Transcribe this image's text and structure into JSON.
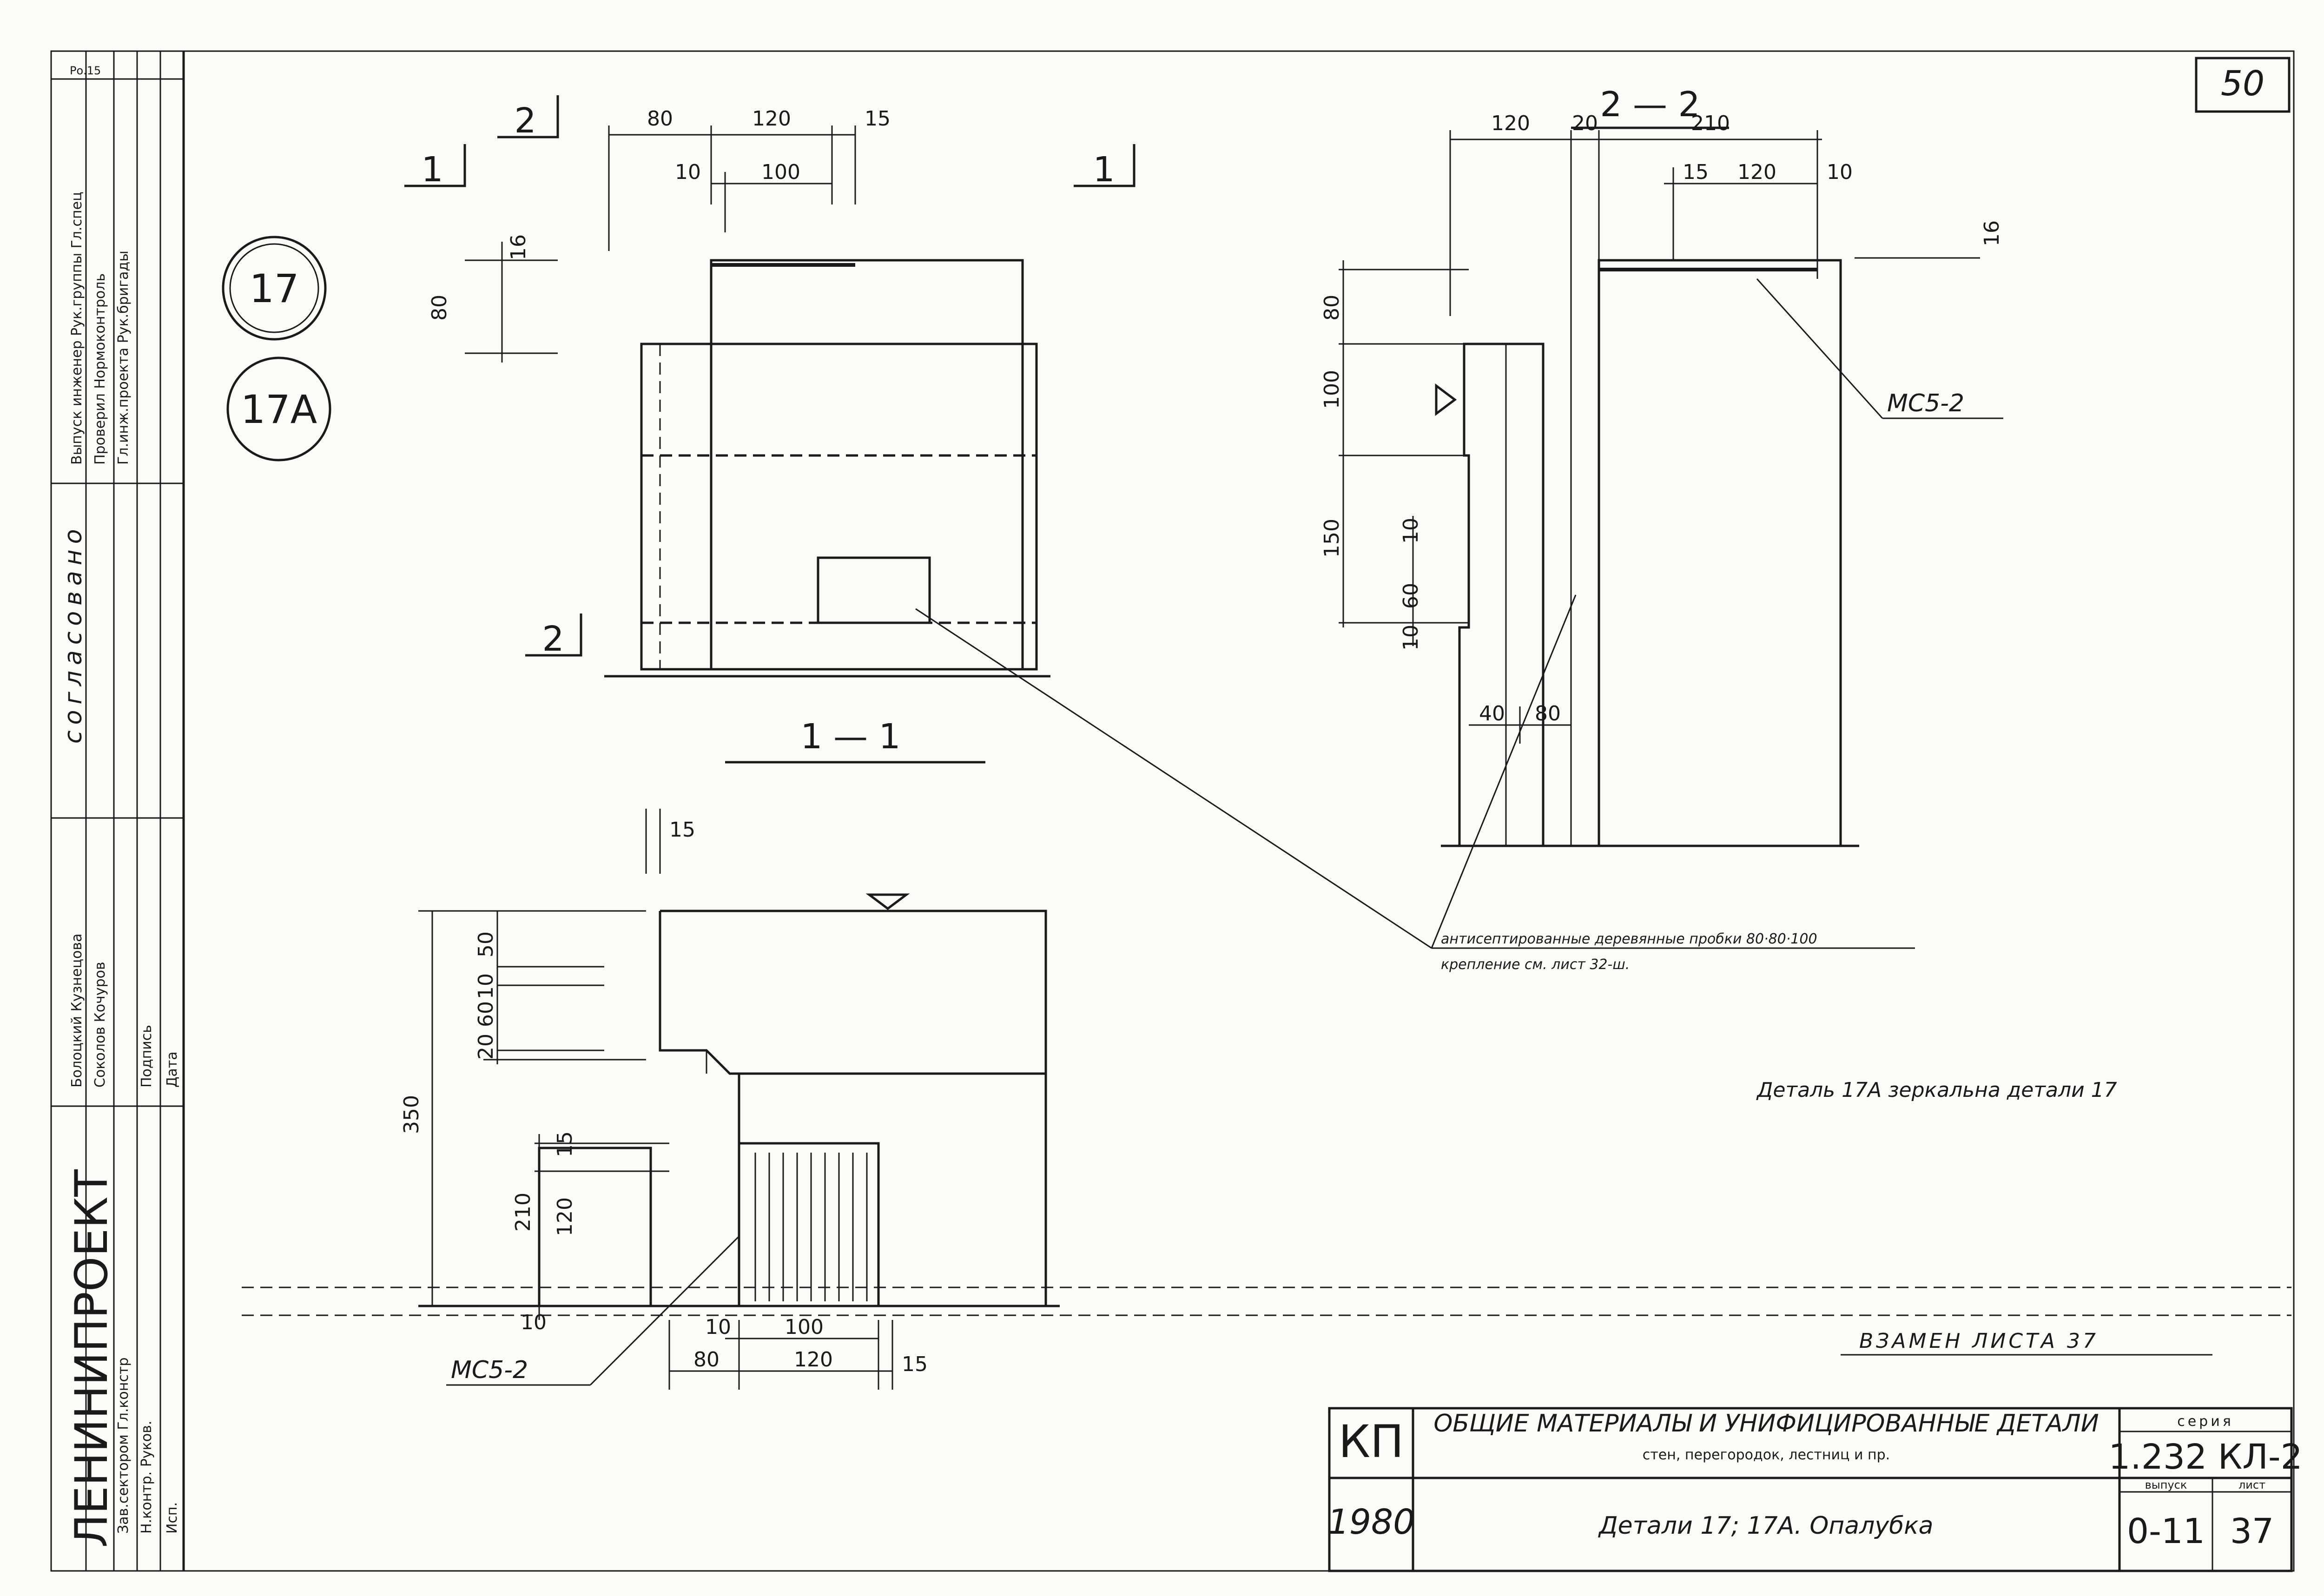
{
  "sheet_number": "50",
  "sheet_header": {
    "top_left_code": "Ро.15"
  },
  "detail_bubbles": [
    "17",
    "17А"
  ],
  "sections": {
    "mark_1": "1",
    "mark_2": "2",
    "section_1_1": "1 — 1",
    "section_2_2": "2 — 2"
  },
  "dims": {
    "top_80": "80",
    "top_120": "120",
    "top_15": "15",
    "top_10": "10",
    "top_100": "100",
    "left_16": "16",
    "left_80": "80",
    "s22_120": "120",
    "s22_20": "20",
    "s22_210": "210",
    "s22_15": "15",
    "s22_120b": "120",
    "s22_10": "10",
    "s22_16": "16",
    "s22_80": "80",
    "s22_100": "100",
    "s22_150": "150",
    "s22_10b": "10",
    "s22_60": "60",
    "s22_10c": "10",
    "s22_40": "40",
    "s22_80b": "80",
    "s11_15": "15",
    "s11_50": "50",
    "s11_10": "10",
    "s11_60": "60",
    "s11_20": "20",
    "s11_350": "350",
    "s11_210": "210",
    "s11_15b": "15",
    "s11_120v": "120",
    "s11_10b": "10",
    "bot_10": "10",
    "bot_100": "100",
    "bot_80": "80",
    "bot_120": "120",
    "bot_15": "15"
  },
  "labels": {
    "mc5_right": "МС5-2",
    "mc5_bottom": "МС5-2",
    "note_line1": "антисептированные деревянные пробки 80·80·100",
    "note_line2": "крепление см. лист 32-ш.",
    "mirror_note": "Деталь 17А зеркальна детали 17",
    "replaced": "ВЗАМЕН ЛИСТА 37"
  },
  "left_stamp": {
    "org": "ЛЕНИНИПРОЕКТ",
    "agreed": "согласовано",
    "block1": "Выпуск инженер Рук.группы Гл.спец",
    "block2": "Проверил Нормоконтроль",
    "block3": "Гл.инж.проекта Рук.бригады",
    "names1": "Болоцкий Кузнецова",
    "names2": "Соколов Кочуров",
    "row1": "Зав.сектором Гл.констр",
    "row2": "Н.контр. Руков.",
    "row3": "Исп.",
    "sig1": "Подпись",
    "sig2": "Дата"
  },
  "title_block": {
    "code": "КП",
    "year": "1980",
    "title_line1": "ОБЩИЕ МАТЕРИАЛЫ И УНИФИЦИРОВАННЫЕ ДЕТАЛИ",
    "title_line2": "стен, перегородок, лестниц и пр.",
    "title_line3": "Детали 17; 17А. Опалубка",
    "series_label": "серия",
    "series": "1.232 КЛ-2",
    "issue_label": "выпуск",
    "issue": "0-11",
    "sheet_label": "лист",
    "sheet": "37"
  }
}
